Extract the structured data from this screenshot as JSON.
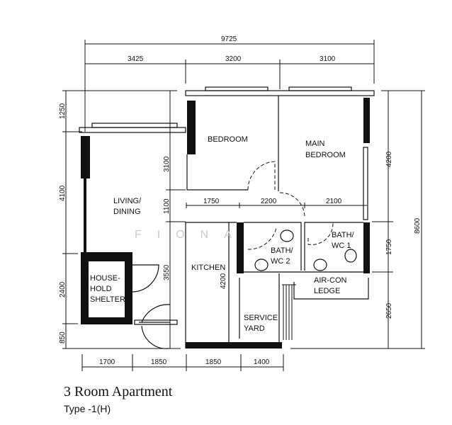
{
  "dimensions": {
    "overall_width": "9725",
    "top": [
      "3425",
      "3200",
      "3100"
    ],
    "left": [
      "1250",
      "4100",
      "2400",
      "850"
    ],
    "inner_left": [
      "3100",
      "1100",
      "3550"
    ],
    "corridor": [
      "1750",
      "2200",
      "2100"
    ],
    "right": [
      "4200",
      "1750",
      "2650"
    ],
    "overall_depth": "8600",
    "bottom": [
      "1700",
      "1850",
      "1850",
      "1400"
    ],
    "kitchen_length": "4200"
  },
  "rooms": {
    "bedroom": [
      "BEDROOM"
    ],
    "main_bedroom": [
      "MAIN",
      "BEDROOM"
    ],
    "living": [
      "LIVING/",
      "DINING"
    ],
    "shelter": [
      "HOUSE-",
      "HOLD",
      "SHELTER"
    ],
    "kitchen": [
      "KITCHEN"
    ],
    "bath2": [
      "BATH/",
      "WC  2"
    ],
    "bath1": [
      "BATH/",
      "WC  1"
    ],
    "aircon": [
      "AIR-CON",
      "LEDGE"
    ],
    "service_yard": [
      "SERVICE",
      "YARD"
    ]
  },
  "title": "3 Room Apartment",
  "subtitle": "Type  -1(H)",
  "watermark": "FIONA"
}
